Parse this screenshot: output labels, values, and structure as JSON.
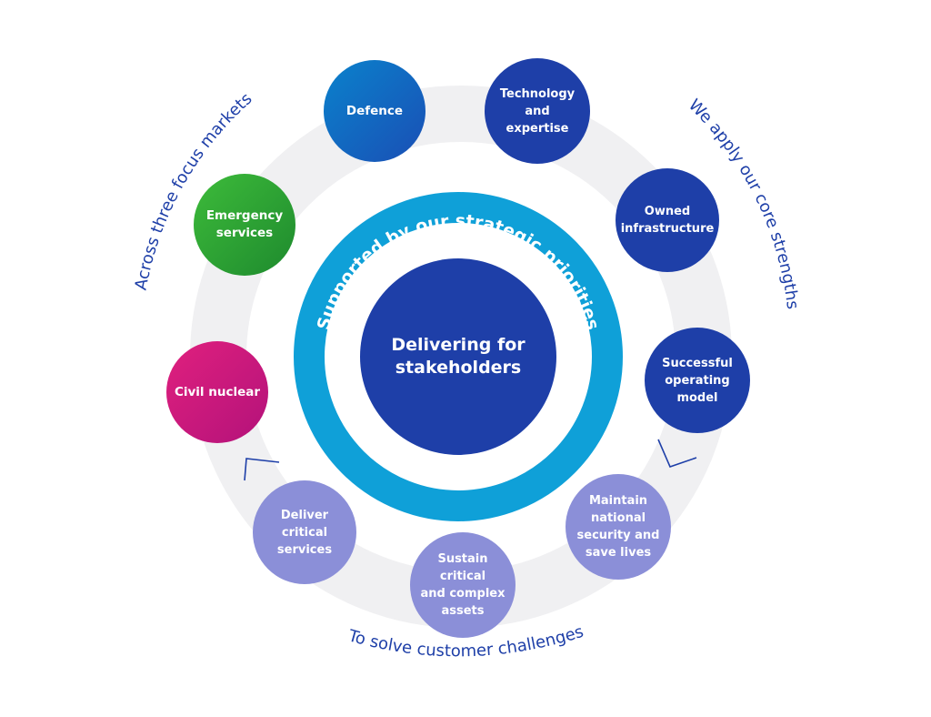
{
  "center": {
    "label": "Delivering for\nstakeholders"
  },
  "inner_ring_text": "Supported by our strategic priorities",
  "arc_labels": {
    "markets": "Across three focus markets",
    "strengths": "We apply our core strengths",
    "challenges": "To solve customer challenges"
  },
  "markets": [
    {
      "id": "defence",
      "label": "Defence",
      "color_start": "#0a82cc",
      "color_end": "#1a4fb5"
    },
    {
      "id": "emergency-services",
      "label": "Emergency\nservices",
      "color_start": "#3dbb3a",
      "color_end": "#1e8a2e"
    },
    {
      "id": "civil-nuclear",
      "label": "Civil nuclear",
      "color_start": "#e0207e",
      "color_end": "#b3127a"
    }
  ],
  "strengths": [
    {
      "id": "technology-and-expertise",
      "label": "Technology\nand\nexpertise",
      "color": "#1e3fa8"
    },
    {
      "id": "owned-infrastructure",
      "label": "Owned\ninfrastructure",
      "color": "#1e3fa8"
    },
    {
      "id": "successful-operating-model",
      "label": "Successful\noperating\nmodel",
      "color": "#1e3fa8"
    }
  ],
  "challenges": [
    {
      "id": "deliver-critical-services",
      "label": "Deliver\ncritical\nservices",
      "color": "#8b8fd8"
    },
    {
      "id": "sustain-critical-and-complex-assets",
      "label": "Sustain\ncritical\nand complex\nassets",
      "color": "#8b8fd8"
    },
    {
      "id": "maintain-national-security-and-save-lives",
      "label": "Maintain\nnational\nsecurity and\nsave lives",
      "color": "#8b8fd8"
    }
  ],
  "colors": {
    "outer_ring": "#f0f0f2",
    "inner_ring": "#0fa0d8",
    "arc_text": "#1e3fa8",
    "center": "#1e3fa8"
  }
}
